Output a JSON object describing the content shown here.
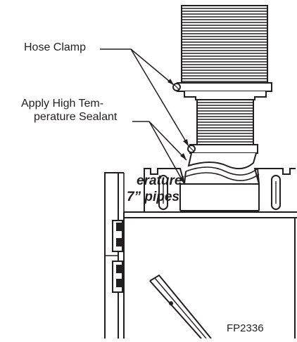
{
  "callouts": {
    "hose_clamp": "Hose Clamp",
    "sealant_line1": "Apply High Tem-",
    "sealant_line2": "perature Sealant"
  },
  "side_note": {
    "line1": "erature",
    "line2": "7” pipes"
  },
  "figure_code": "FP2336",
  "colors": {
    "ink": "#231f20",
    "paper": "#ffffff"
  }
}
